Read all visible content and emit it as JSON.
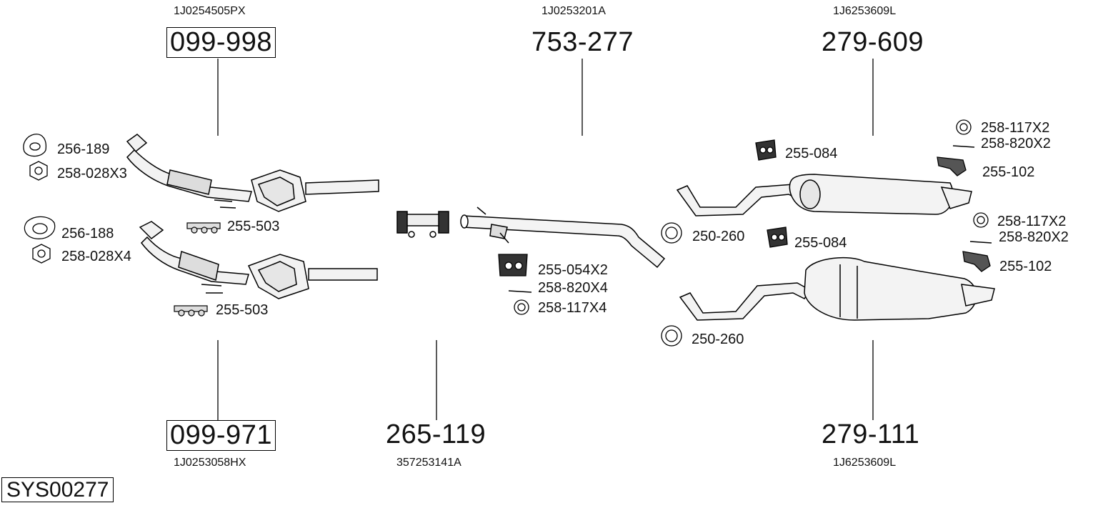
{
  "system_id": "SYS00277",
  "parts": [
    {
      "number": "099-998",
      "oem": "1J0254505PX",
      "boxed": true
    },
    {
      "number": "753-277",
      "oem": "1J0253201A",
      "boxed": false
    },
    {
      "number": "279-609",
      "oem": "1J6253609L",
      "boxed": false
    },
    {
      "number": "099-971",
      "oem": "1J0253058HX",
      "boxed": true
    },
    {
      "number": "265-119",
      "oem": "357253141A",
      "boxed": false
    },
    {
      "number": "279-111",
      "oem": "1J6253609L",
      "boxed": false
    }
  ],
  "fittings": [
    {
      "label": "256-189",
      "icon": "gasket-triangle-icon"
    },
    {
      "label": "258-028X3",
      "icon": "hex-nut-icon"
    },
    {
      "label": "256-188",
      "icon": "gasket-oval-icon"
    },
    {
      "label": "258-028X4",
      "icon": "hex-nut-icon"
    },
    {
      "label": "255-503",
      "icon": "rubber-mount-icon"
    },
    {
      "label": "255-503",
      "icon": "rubber-mount-icon"
    },
    {
      "label": "255-054X2",
      "icon": "rubber-hanger-icon"
    },
    {
      "label": "258-820X4",
      "icon": "bolt-icon"
    },
    {
      "label": "258-117X4",
      "icon": "washer-icon"
    },
    {
      "label": "255-084",
      "icon": "rubber-hanger-icon"
    },
    {
      "label": "255-084",
      "icon": "rubber-hanger-icon"
    },
    {
      "label": "250-260",
      "icon": "clamp-icon"
    },
    {
      "label": "250-260",
      "icon": "clamp-icon"
    },
    {
      "label": "258-117X2",
      "icon": "washer-icon"
    },
    {
      "label": "258-820X2",
      "icon": "bolt-icon"
    },
    {
      "label": "255-102",
      "icon": "bracket-icon"
    },
    {
      "label": "258-117X2",
      "icon": "washer-icon"
    },
    {
      "label": "258-820X2",
      "icon": "bolt-icon"
    },
    {
      "label": "255-102",
      "icon": "bracket-icon"
    }
  ]
}
